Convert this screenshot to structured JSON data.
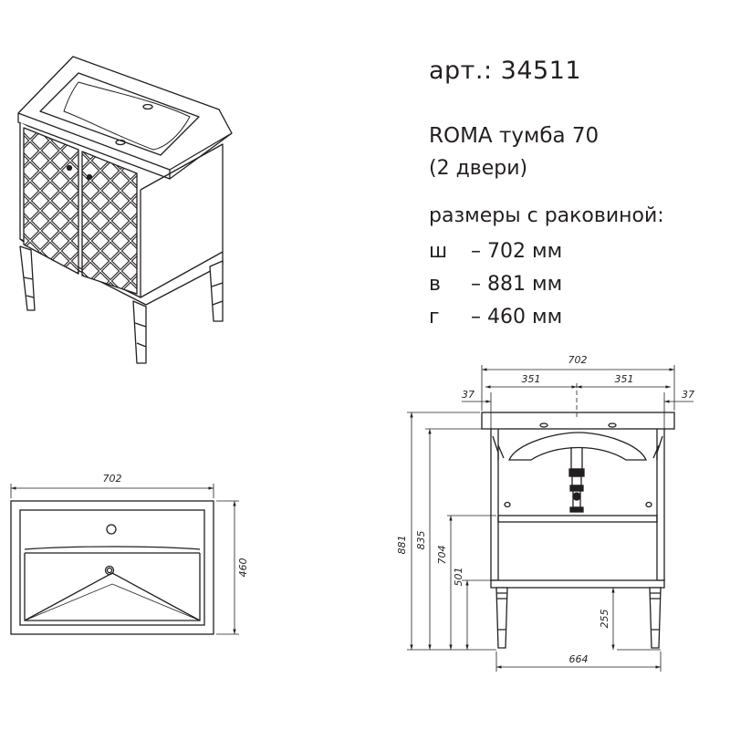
{
  "spec": {
    "article": "арт.: 34511",
    "name": "ROMA  тумба 70",
    "doors": "(2 двери)",
    "sizes_title": "размеры с раковиной:",
    "dims": [
      {
        "key": "ш",
        "value": "– 702 мм"
      },
      {
        "key": "в",
        "value": "– 881 мм"
      },
      {
        "key": "г",
        "value": "– 460 мм"
      }
    ]
  },
  "top_view": {
    "width_label": "702",
    "depth_label": "460"
  },
  "front_view": {
    "total_width": "702",
    "half_left": "351",
    "half_right": "351",
    "offset_left": "37",
    "offset_right": "37",
    "height_total": "881",
    "height_body": "835",
    "height_shelf": "704",
    "height_mid": "501",
    "height_leg": "255",
    "base_width": "664"
  }
}
